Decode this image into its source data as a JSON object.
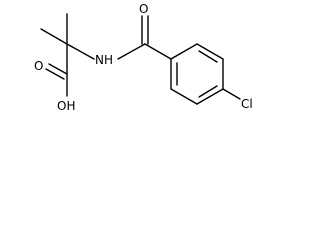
{
  "molecule": {
    "atoms": {
      "oxygen_carbonyl_acid": "O",
      "hydroxyl": "OH",
      "amide_nitrogen": "NH",
      "oxygen_carbonyl_amide": "O",
      "chlorine": "Cl"
    }
  },
  "colors": {
    "bond": "#000000",
    "label": "#000000",
    "background": "#ffffff"
  }
}
